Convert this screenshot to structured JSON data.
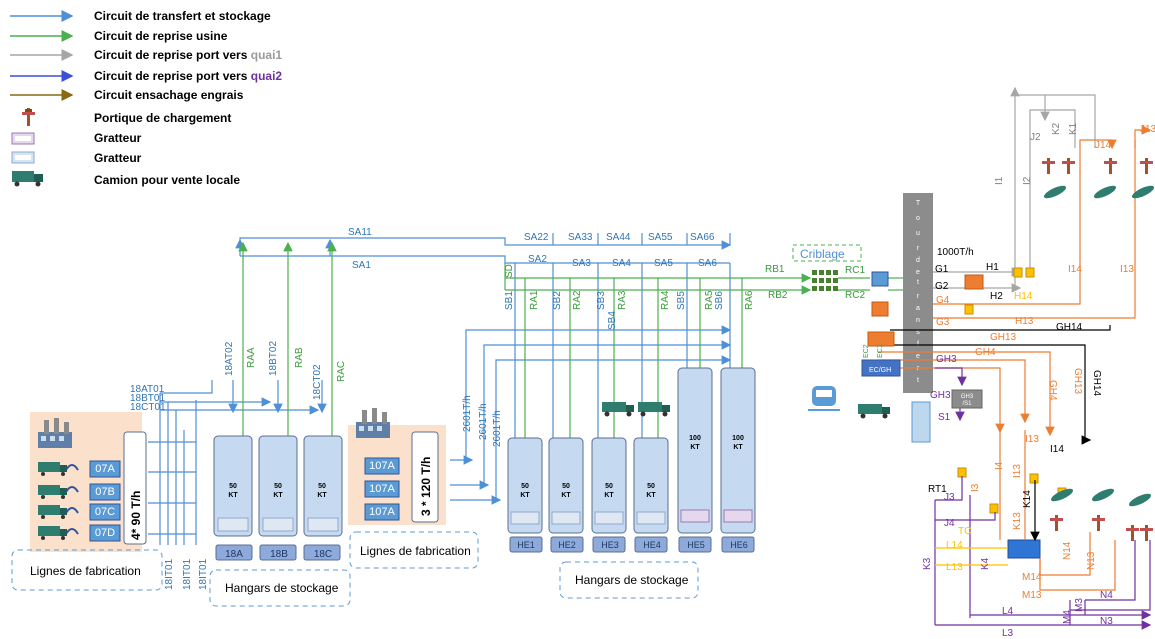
{
  "legend": [
    {
      "label": "Circuit de transfert et stockage",
      "color": "#4f8fd6"
    },
    {
      "label": "Circuit de reprise usine",
      "color": "#4caf50"
    },
    {
      "label_main": "Circuit de reprise port vers ",
      "label_accent": "quai1",
      "color": "#a6a6a6"
    },
    {
      "label_main": "Circuit de reprise port vers ",
      "label_accent": "quai2",
      "color": "#3a4fd6"
    },
    {
      "label": "Circuit ensachage engrais",
      "color": "#8b6914"
    },
    {
      "label": "Portique de chargement"
    },
    {
      "label": "Gratteur"
    },
    {
      "label": "Gratteur"
    },
    {
      "label": "Camion pour vente locale"
    }
  ],
  "captions": {
    "lignes1": "Lignes de fabrication",
    "hangars1": "Hangars de stockage",
    "lignes2": "Lignes de fabrication",
    "hangars2": "Hangars de stockage",
    "criblage": "Criblage"
  },
  "tower": {
    "letters": [
      "T",
      "o",
      "u",
      "r",
      "d",
      "e",
      "t",
      "r",
      "a",
      "n",
      "s",
      "f",
      "e",
      "r",
      "t"
    ],
    "capacity": "1000T/h"
  },
  "plant1": {
    "lines": [
      "07A",
      "07B",
      "07C",
      "07D"
    ],
    "capacity": "4* 90 T/h"
  },
  "plant2": {
    "lines": [
      "107A",
      "107A",
      "107A"
    ],
    "capacity": "3 * 120 T/h"
  },
  "hangars1": [
    {
      "name": "18A",
      "cap": "50\nKT"
    },
    {
      "name": "18B",
      "cap": "50\nKT"
    },
    {
      "name": "18C",
      "cap": "50\nKT"
    }
  ],
  "hangars2": [
    {
      "name": "HE1",
      "cap": "50 KT"
    },
    {
      "name": "HE2",
      "cap": "50 KT"
    },
    {
      "name": "HE3",
      "cap": "50 KT"
    },
    {
      "name": "HE4",
      "cap": "50 KT"
    },
    {
      "name": "HE5",
      "cap": "100 KT"
    },
    {
      "name": "HE6",
      "cap": "100 KT"
    }
  ],
  "labels": {
    "SA11": "SA11",
    "SA1": "SA1",
    "SA22": "SA22",
    "SA33": "SA33",
    "SA44": "SA44",
    "SA55": "SA55",
    "SA66": "SA66",
    "SA2": "SA2",
    "SA3": "SA3",
    "SA4": "SA4",
    "SA5": "SA5",
    "SA6": "SA6",
    "SD": "SD",
    "SB1": "SB1",
    "RA1": "RA1",
    "SB2": "SB2",
    "RA2": "RA2",
    "SB3": "SB3",
    "RA3": "RA3",
    "SB4": "SB4",
    "RA4": "RA4",
    "SB5": "SB5",
    "RA5": "RA5",
    "SB6": "SB6",
    "RA6": "RA6",
    "RB1": "RB1",
    "RB2": "RB2",
    "RC1": "RC1",
    "RC2": "RC2",
    "18AT02": "18AT02",
    "RAA": "RAA",
    "18BT02": "18BT02",
    "RAB": "RAB",
    "18CT02": "18CT02",
    "RAC": "RAC",
    "18AT01": "18AT01",
    "18BT01": "18BT01",
    "18CT01": "18CT01",
    "18IT01a": "18IT01",
    "18IT01b": "18IT01",
    "18IT01c": "18IT01",
    "2601a": "2601T/h",
    "2601b": "2601T/h",
    "2601c": "2601T/h",
    "G1": "G1",
    "G2": "G2",
    "G3": "G3",
    "G4": "G4",
    "H1": "H1",
    "H2": "H2",
    "H13": "H13",
    "H14": "H14",
    "GH13": "GH13",
    "GH14": "GH14",
    "GH4": "GH4",
    "GH3": "GH3",
    "GH3b": "GH3",
    "GH3box": "GH3\n/S1",
    "I1": "I1",
    "I2": "I2",
    "J2": "J2",
    "K2": "K2",
    "K1": "K1",
    "J14": "J14",
    "J13": "J13",
    "I14": "I14",
    "I13": "I13",
    "GH4b": "GH4",
    "GH13b": "GH13",
    "GH14b": "GH14",
    "I13b": "I13",
    "I14b": "I14",
    "I4": "I4",
    "I3": "I3",
    "I13c": "I13",
    "K14": "K14",
    "K13": "K13",
    "RT1": "RT1",
    "J3": "J3",
    "J4": "J4",
    "TC": "TC",
    "L14": "L14",
    "L13": "L13",
    "K3": "K3",
    "K4": "K4",
    "M14": "M14",
    "M13": "M13",
    "N14": "N14",
    "N13": "N13",
    "N4": "N4",
    "N3": "N3",
    "L4": "L4",
    "L3": "L3",
    "M4": "M4",
    "M3": "M3",
    "S1": "S1",
    "ECGH": "EC/GH",
    "EC2": "EC2",
    "EC1": "EC1"
  }
}
